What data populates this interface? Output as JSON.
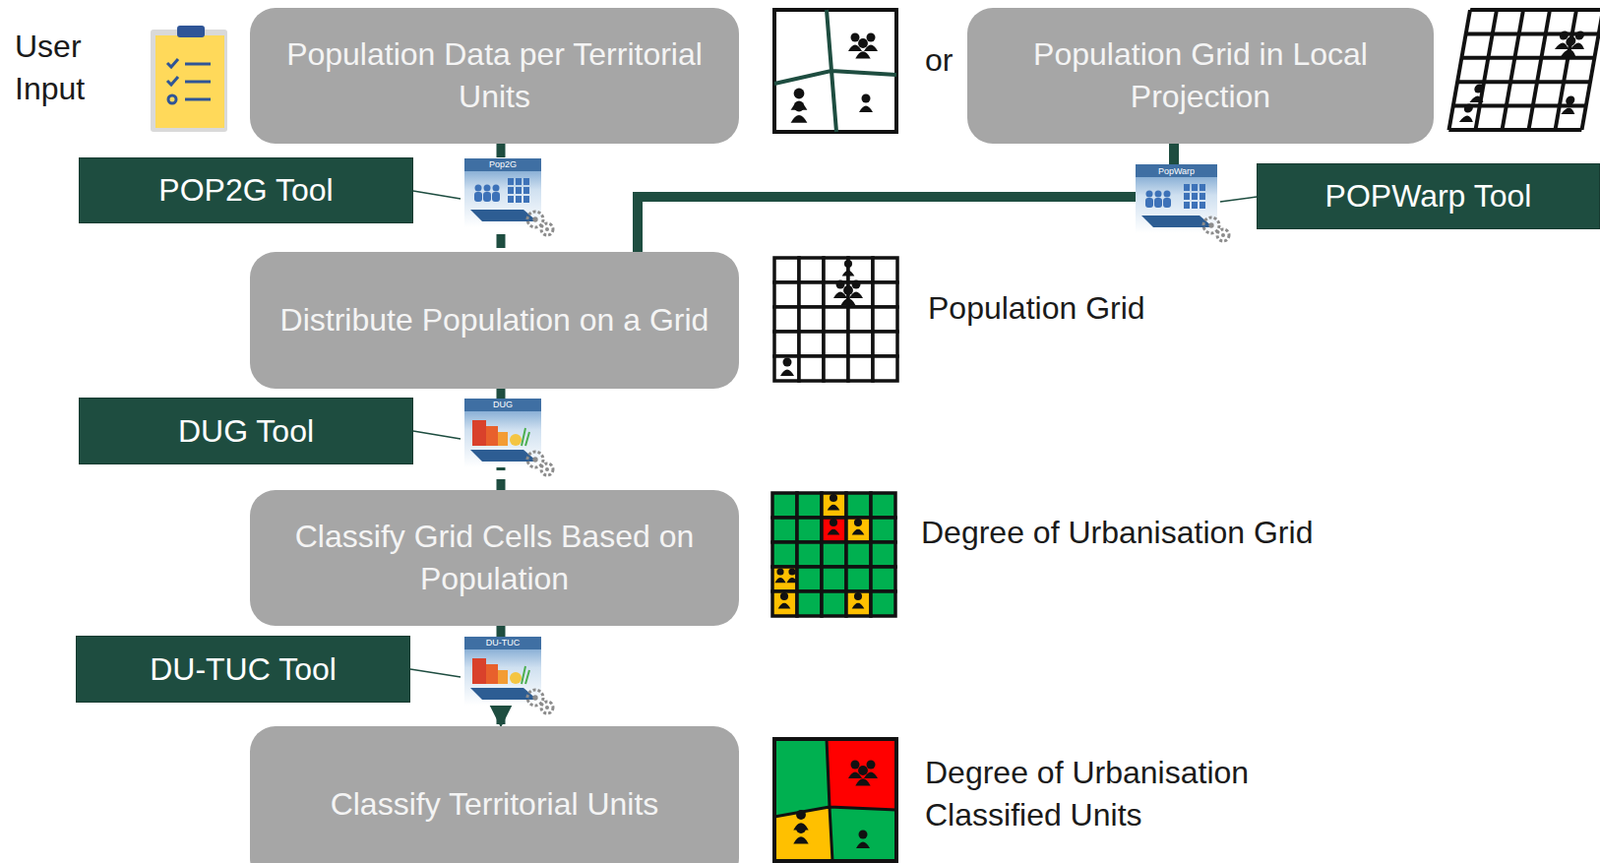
{
  "diagram": {
    "nodes": [
      {
        "text": [
          "Population Data per Territorial Units"
        ]
      },
      {
        "text": [
          "Population Grid in Local Projection"
        ]
      },
      {
        "text": [
          "POP2G Tool"
        ]
      },
      {
        "text": [
          "POPWarp Tool"
        ]
      },
      {
        "text": [
          "Distribute Population on a Grid"
        ]
      },
      {
        "text": [
          "DUG Tool"
        ]
      },
      {
        "text": [
          "Classify Grid Cells Based on Population"
        ]
      },
      {
        "text": [
          "DU-TUC Tool"
        ]
      },
      {
        "text": [
          "Classify Territorial Units"
        ]
      }
    ],
    "edges": [
      {
        "from": 0,
        "to": 4,
        "arrow": "none"
      },
      {
        "from": 1,
        "to": 4,
        "arrow": "none"
      },
      {
        "from": 4,
        "to": 6,
        "arrow": "none"
      },
      {
        "from": 6,
        "to": 8,
        "arrow": "to"
      }
    ],
    "labels": [
      "User Input",
      "or",
      "Population Grid",
      "Degree of Urbanisation Grid",
      "Degree of Urbanisation Classified Units",
      "Pop2G",
      "PopWarp",
      "DUG",
      "DU-TUC"
    ]
  }
}
